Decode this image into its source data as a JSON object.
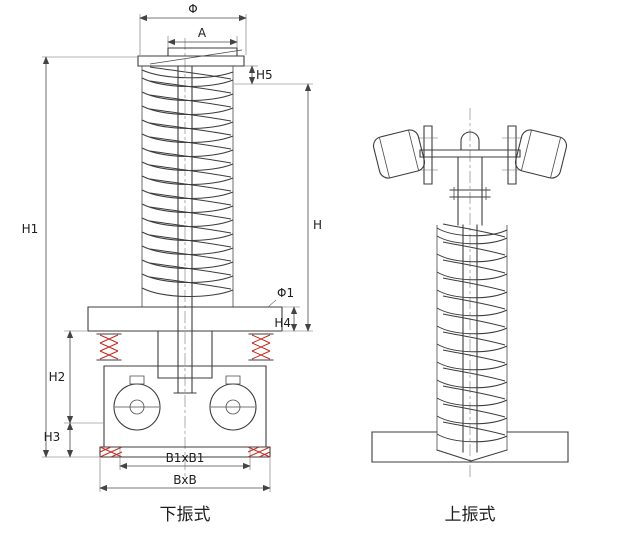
{
  "captions": {
    "left": "下振式",
    "right": "上振式"
  },
  "dims": {
    "phi": "Φ",
    "a": "A",
    "h5": "H5",
    "h1": "H1",
    "h": "H",
    "phi1": "Φ1",
    "h4": "H4",
    "h2": "H2",
    "h3": "H3",
    "b1xb1": "B1xB1",
    "bxb": "BxB"
  },
  "colors": {
    "line": "#3c3c3c",
    "accent_red": "#c8281e",
    "background": "#ffffff"
  }
}
